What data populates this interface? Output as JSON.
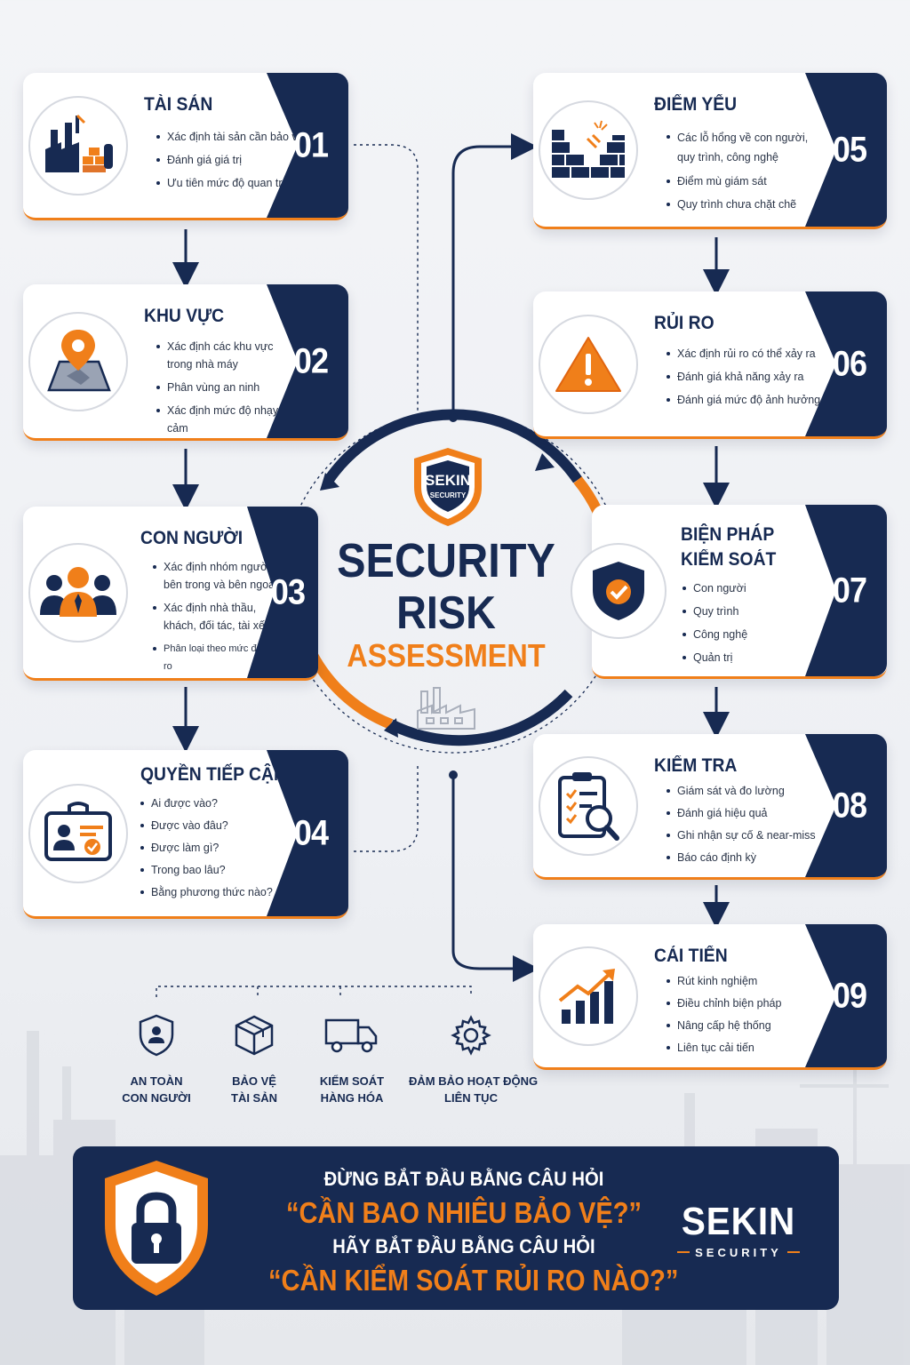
{
  "center": {
    "logo_text": "SEKIN",
    "logo_sub": "SECURITY",
    "title_line1": "SECURITY",
    "title_line2": "RISK",
    "title_line3": "ASSESSMENT"
  },
  "steps": [
    {
      "number": "01",
      "title": "TÀI SẢN",
      "icon": "factory-assets-icon",
      "items": [
        "Xác định tài sản cần bảo vệ",
        "Đánh giá giá trị",
        "Ưu tiên mức độ quan trọng"
      ]
    },
    {
      "number": "02",
      "title": "KHU VỰC",
      "icon": "map-pin-icon",
      "items": [
        "Xác định các khu vực trong nhà máy",
        "Phân vùng an ninh",
        "Xác định mức độ nhạy cảm"
      ]
    },
    {
      "number": "03",
      "title": "CON NGƯỜI",
      "icon": "people-group-icon",
      "items": [
        "Xác định nhóm người bên trong và bên ngoài",
        "Xác định nhà thầu, khách, đối tác, tài xế...",
        "Phân loại theo mức độ rủi ro"
      ]
    },
    {
      "number": "04",
      "title": "QUYỀN TIẾP CẬN",
      "icon": "id-badge-icon",
      "items": [
        "Ai được vào?",
        "Được vào đâu?",
        "Được làm gì?",
        "Trong bao lâu?",
        "Bằng phương thức nào?"
      ]
    },
    {
      "number": "05",
      "title": "ĐIỂM YẾU",
      "icon": "broken-wall-icon",
      "items": [
        "Các lỗ hổng về con người, quy trình, công nghệ",
        "Điểm mù giám sát",
        "Quy trình chưa chặt chẽ"
      ]
    },
    {
      "number": "06",
      "title": "RỦI RO",
      "icon": "warning-triangle-icon",
      "items": [
        "Xác định rủi ro có thể xảy ra",
        "Đánh giá khả năng xảy ra",
        "Đánh giá mức độ ảnh hưởng"
      ]
    },
    {
      "number": "07",
      "title_line1": "BIỆN PHÁP",
      "title_line2": "KIỂM SOÁT",
      "icon": "shield-check-icon",
      "items": [
        "Con người",
        "Quy trình",
        "Công nghệ",
        "Quản trị"
      ]
    },
    {
      "number": "08",
      "title": "KIỂM TRA",
      "icon": "clipboard-search-icon",
      "items": [
        "Giám sát và đo lường",
        "Đánh giá hiệu quả",
        "Ghi nhận sự cố & near-miss",
        "Báo cáo định kỳ"
      ]
    },
    {
      "number": "09",
      "title": "CẢI TIẾN",
      "icon": "growth-chart-icon",
      "items": [
        "Rút kinh nghiệm",
        "Điều chỉnh biện pháp",
        "Nâng cấp hệ thống",
        "Liên tục cải tiến"
      ]
    }
  ],
  "values": [
    {
      "line1": "AN TOÀN",
      "line2": "CON NGƯỜI",
      "icon": "shield-person-icon"
    },
    {
      "line1": "BẢO VỆ",
      "line2": "TÀI SẢN",
      "icon": "box-icon"
    },
    {
      "line1": "KIỂM SOÁT",
      "line2": "HÀNG HÓA",
      "icon": "truck-icon"
    },
    {
      "line1": "ĐẢM BẢO HOẠT ĐỘNG",
      "line2": "LIÊN TỤC",
      "icon": "gear-icon"
    }
  ],
  "banner": {
    "line1": "ĐỪNG BẮT ĐẦU BẰNG CÂU HỎI",
    "line2": "“CẦN BAO NHIÊU BẢO VỆ?”",
    "line3": "HÃY BẮT ĐẦU BẰNG CÂU HỎI",
    "line4": "“CẦN KIỂM SOÁT RỦI RO NÀO?”",
    "brand_name": "SEKIN",
    "brand_sub": "SECURITY"
  },
  "colors": {
    "navy": "#172a52",
    "orange": "#f07f1a",
    "white": "#ffffff"
  }
}
